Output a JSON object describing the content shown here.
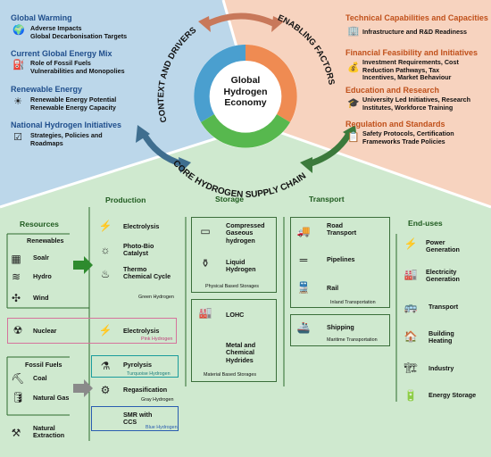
{
  "center": {
    "title_lines": [
      "Global",
      "Hydrogen",
      "Economy"
    ]
  },
  "arcs": {
    "context": "CONTEXT AND DRIVERS",
    "enabling": "ENABLING FACTORS",
    "core": "CORE HYDROGEN SUPPLY CHAIN"
  },
  "context": {
    "sections": [
      {
        "title": "Global Warming",
        "items": [
          {
            "icon": "globe-icon",
            "lines": [
              "Adverse Impacts",
              "Global Decarbonisation Targets"
            ]
          }
        ]
      },
      {
        "title": "Current Global Energy Mix",
        "items": [
          {
            "icon": "oil-pump-icon",
            "lines": [
              "Role of Fossil Fuels",
              "Vulnerabilities and Monopolies"
            ]
          }
        ]
      },
      {
        "title": "Renewable Energy",
        "items": [
          {
            "icon": "renewables-icon",
            "lines": [
              "Renewable Energy Potential",
              "Renewable Energy Capacity"
            ]
          }
        ]
      },
      {
        "title": "National Hydrogen Initiatives",
        "items": [
          {
            "icon": "checklist-icon",
            "lines": [
              "Strategies, Policies and",
              "Roadmaps"
            ]
          }
        ]
      }
    ]
  },
  "enabling": {
    "sections": [
      {
        "title": "Technical Capabilities and Capacities",
        "lines": [
          "Infrastructure and R&D Readiness"
        ]
      },
      {
        "title": "Financial  Feasibility and Initiatives",
        "lines": [
          "Investment Requirements, Cost",
          "Reduction Pathways, Tax",
          "Incentives, Market Behaviour"
        ]
      },
      {
        "title": "Education and Research",
        "lines": [
          "University Led Initiatives, Research",
          "Institutes, Workforce Training"
        ]
      },
      {
        "title": "Regulation and Standards",
        "lines": [
          "Safety Protocols, Certification",
          "Frameworks Trade Policies"
        ]
      }
    ]
  },
  "resources": {
    "title": "Resources",
    "renewables": "Renewables",
    "solar": "Soalr",
    "hydro": "Hydro",
    "wind": "Wind",
    "nuclear": "Nuclear",
    "fossil": "Fossil Fuels",
    "coal": "Coal",
    "gas": "Natural Gas",
    "extraction": [
      "Natural",
      "Extraction"
    ]
  },
  "production": {
    "title": "Production",
    "electrolysis": "Electrolysis",
    "photo": [
      "Photo-Bio",
      "Catalyst"
    ],
    "thermo": [
      "Thermo",
      "Chemical Cycle"
    ],
    "green": "Green Hydrogen",
    "electrolysis2": "Electrolysis",
    "pink": "Pink Hydrogen",
    "pyrolysis": "Pyrolysis",
    "turquoise": "Turquoise Hydrogen",
    "regas": "Regasification",
    "gray": "Gray Hydrogen",
    "smr": [
      "SMR with",
      "CCS"
    ],
    "blue": "Blue Hydrogen"
  },
  "storage": {
    "title": "Storage",
    "compressed": [
      "Compressed",
      "Gaseous",
      "hydrogen"
    ],
    "liquid": [
      "Liquid",
      "Hydrogen"
    ],
    "physical": "Physical Based Storages",
    "lohc": "LOHC",
    "metal": [
      "Metal and",
      "Chemical",
      "Hydrides"
    ],
    "material": "Material Based Storages"
  },
  "transport": {
    "title": "Transport",
    "road": [
      "Road",
      "Transport"
    ],
    "pipelines": "Pipelines",
    "rail": "Rail",
    "inland": "Inland Transportation",
    "shipping": "Shipping",
    "maritime": "Maritime Transportation"
  },
  "enduses": {
    "title": "End-uses",
    "items": [
      [
        "Power",
        "Generation"
      ],
      [
        "Electricity",
        "Generation"
      ],
      [
        "Transport"
      ],
      [
        "Building",
        "Heating"
      ],
      [
        "Industry"
      ],
      [
        "Energy Storage"
      ]
    ]
  },
  "colors": {
    "context": "#bcd7ea",
    "enabling": "#f7d3bf",
    "core": "#cfe9cf",
    "green": "#2e8b2e",
    "pink": "#d5739c",
    "turquoise": "#1a9c9c",
    "gray": "#8a8a8a",
    "blue": "#2a5db0"
  }
}
